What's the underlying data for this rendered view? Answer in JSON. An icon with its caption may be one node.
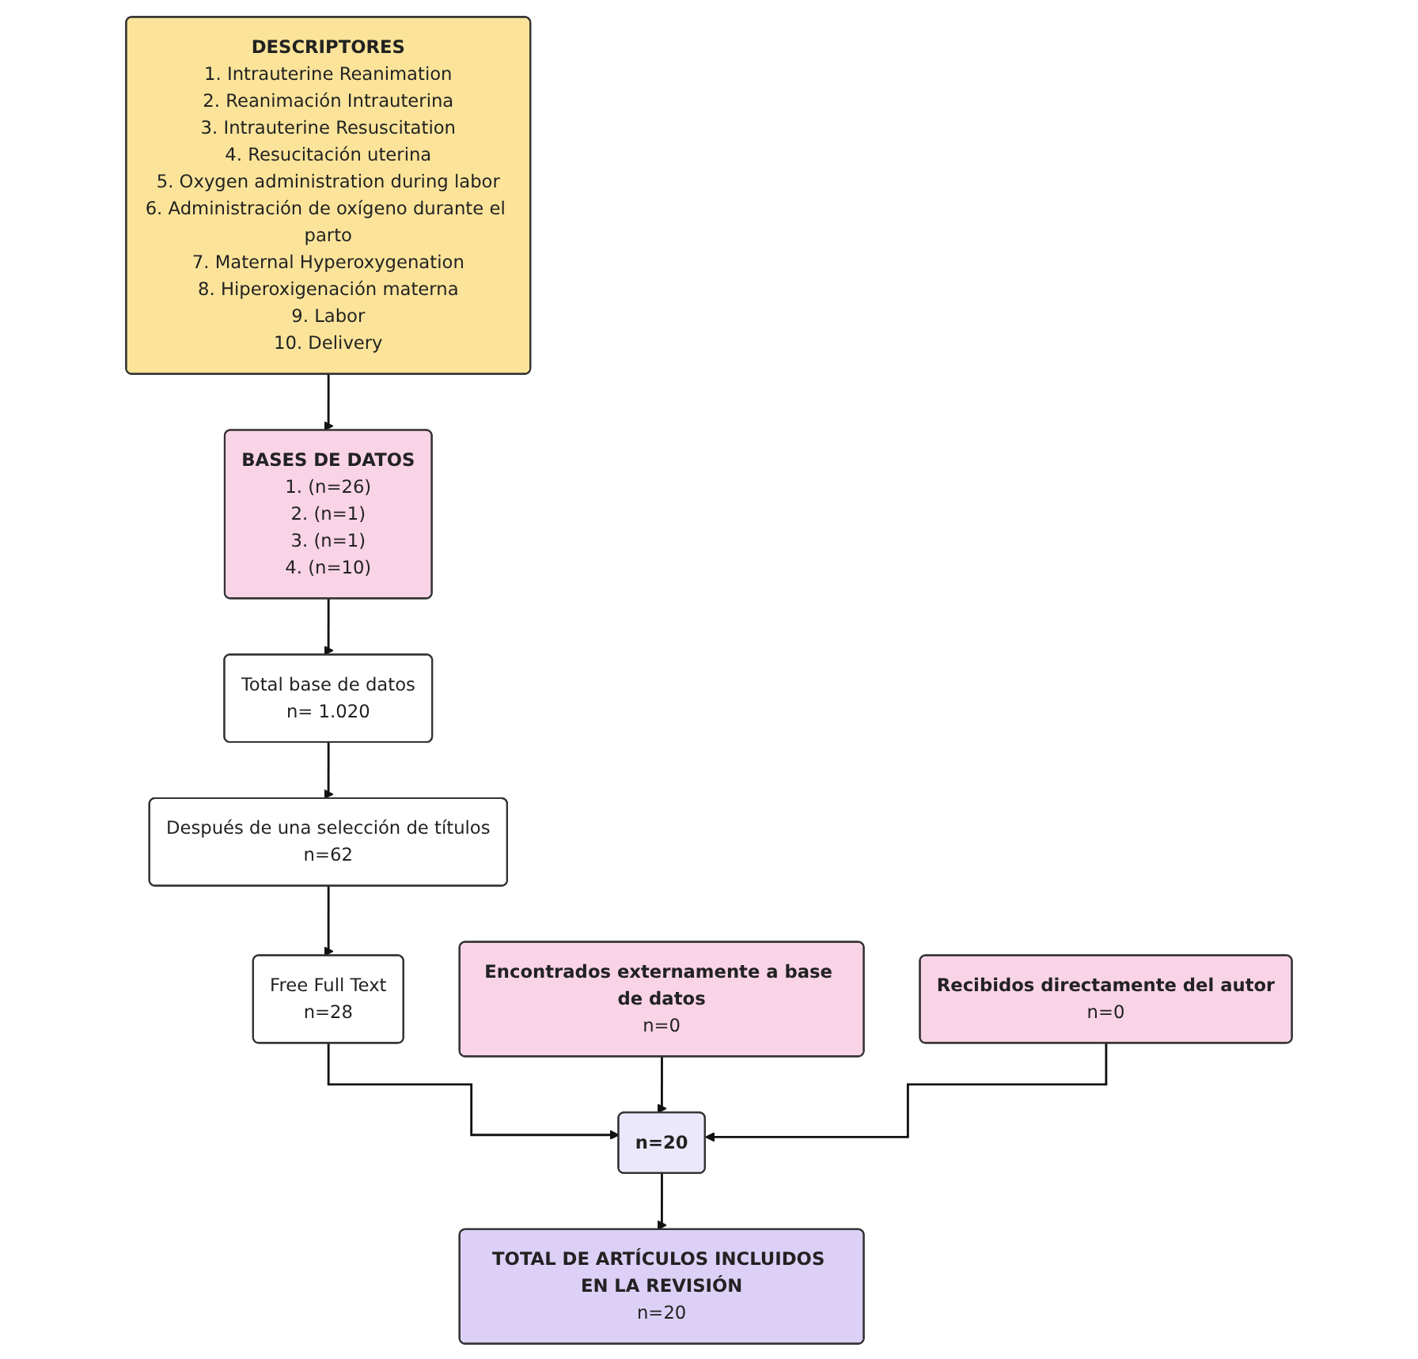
{
  "diagram": {
    "nodes": [
      {
        "text": [
          "DESCRIPTORES",
          "1. Intrauterine Reanimation",
          "2. Reanimación Intrauterina",
          "3. Intrauterine Resuscitation",
          "4. Resucitación uterina",
          "5. Oxygen administration during labor",
          "6. Administración de oxígeno durante el parto",
          "7. Maternal Hyperoxygenation",
          "8. Hiperoxigenación materna",
          "9. Labor",
          "10. Delivery"
        ]
      },
      {
        "text": [
          "BASES DE DATOS",
          "1. (n=26)",
          "2. (n=1)",
          "3. (n=1)",
          "4. (n=10)"
        ]
      },
      {
        "text": [
          "Total base de datos",
          "n= 1.020"
        ]
      },
      {
        "text": [
          "Después de una selección de títulos",
          "n=62"
        ]
      },
      {
        "text": [
          "Free Full Text",
          "n=28"
        ]
      },
      {
        "text": [
          "Encontrados externamente a base de datos",
          "n=0"
        ]
      },
      {
        "text": [
          "Recibidos directamente del autor",
          "n=0"
        ]
      },
      {
        "text": [
          "n=20"
        ]
      },
      {
        "text": [
          "TOTAL DE ARTÍCULOS INCLUIDOS EN LA REVISIÓN",
          "n=20"
        ]
      }
    ],
    "edges": [
      {
        "from": 0,
        "to": 1,
        "arrow": "to"
      },
      {
        "from": 1,
        "to": 2,
        "arrow": "to"
      },
      {
        "from": 2,
        "to": 3,
        "arrow": "to"
      },
      {
        "from": 3,
        "to": 4,
        "arrow": "to"
      },
      {
        "from": 4,
        "to": 7,
        "arrow": "to"
      },
      {
        "from": 5,
        "to": 7,
        "arrow": "to"
      },
      {
        "from": 6,
        "to": 7,
        "arrow": "to"
      },
      {
        "from": 7,
        "to": 8,
        "arrow": "to"
      }
    ]
  }
}
